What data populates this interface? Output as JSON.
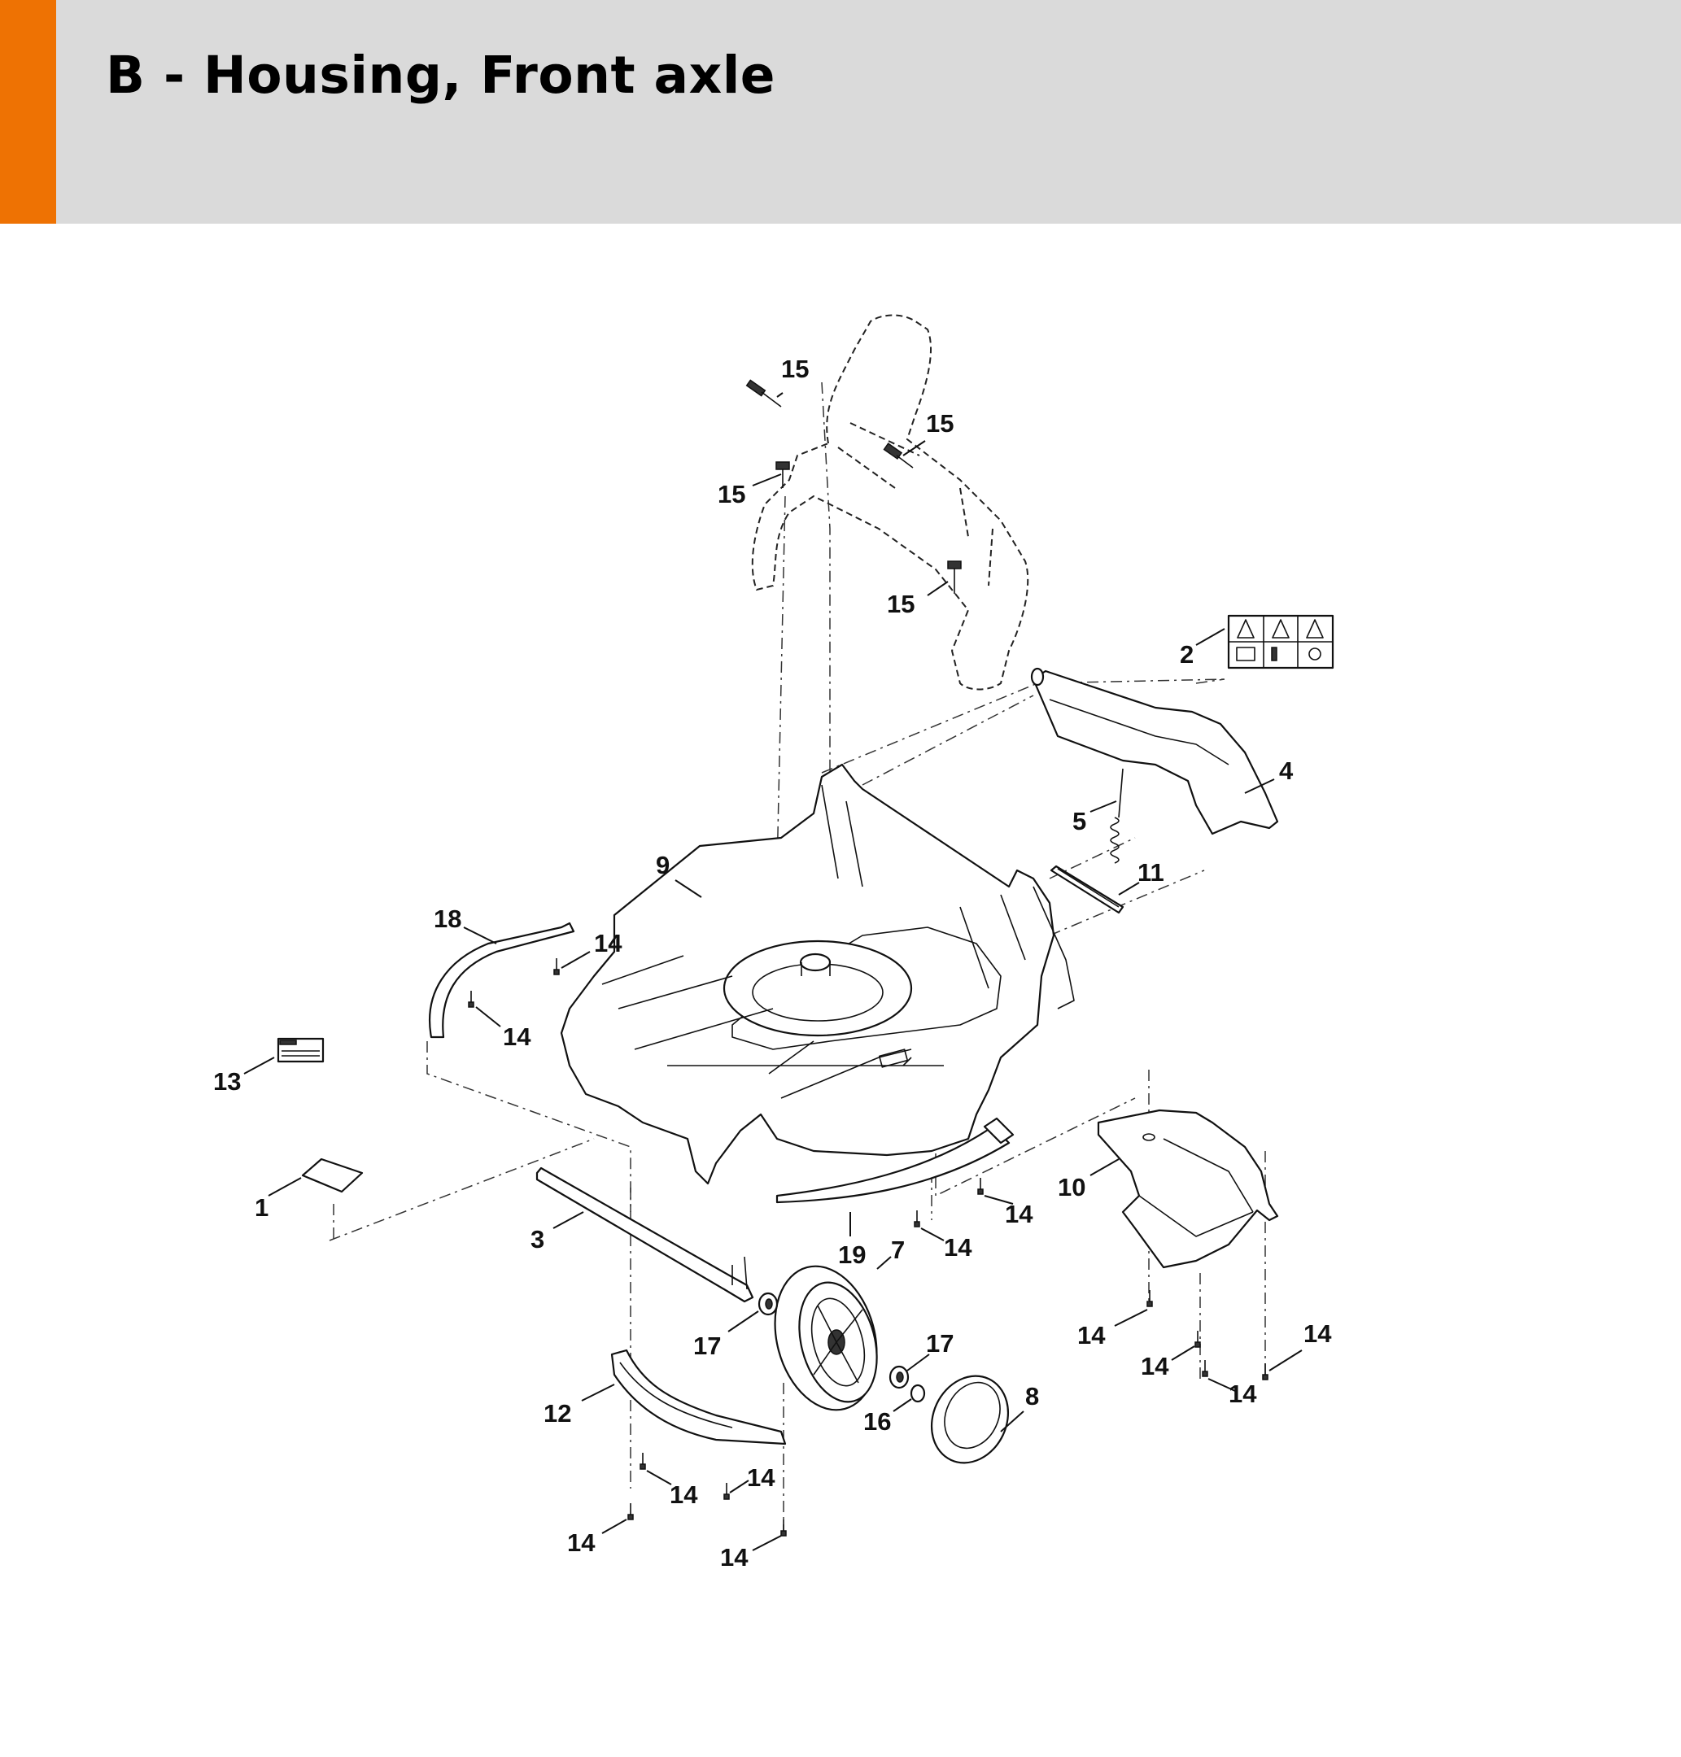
{
  "header": {
    "title": "B - Housing, Front axle",
    "accent_color": "#ee7203",
    "band_color": "#dadada"
  },
  "callouts": [
    {
      "id": "c15a",
      "label": "15"
    },
    {
      "id": "c15b",
      "label": "15"
    },
    {
      "id": "c15c",
      "label": "15"
    },
    {
      "id": "c15d",
      "label": "15"
    },
    {
      "id": "c2",
      "label": "2"
    },
    {
      "id": "c4",
      "label": "4"
    },
    {
      "id": "c5",
      "label": "5"
    },
    {
      "id": "c11",
      "label": "11"
    },
    {
      "id": "c9",
      "label": "9"
    },
    {
      "id": "c18",
      "label": "18"
    },
    {
      "id": "c14a",
      "label": "14"
    },
    {
      "id": "c14b",
      "label": "14"
    },
    {
      "id": "c13",
      "label": "13"
    },
    {
      "id": "c1",
      "label": "1"
    },
    {
      "id": "c3",
      "label": "3"
    },
    {
      "id": "c19",
      "label": "19"
    },
    {
      "id": "c7",
      "label": "7"
    },
    {
      "id": "c14c",
      "label": "14"
    },
    {
      "id": "c14d",
      "label": "14"
    },
    {
      "id": "c10",
      "label": "10"
    },
    {
      "id": "c17a",
      "label": "17"
    },
    {
      "id": "c17b",
      "label": "17"
    },
    {
      "id": "c16",
      "label": "16"
    },
    {
      "id": "c8",
      "label": "8"
    },
    {
      "id": "c12",
      "label": "12"
    },
    {
      "id": "c14e",
      "label": "14"
    },
    {
      "id": "c14f",
      "label": "14"
    },
    {
      "id": "c14g",
      "label": "14"
    },
    {
      "id": "c14h",
      "label": "14"
    },
    {
      "id": "c14i",
      "label": "14"
    },
    {
      "id": "c14j",
      "label": "14"
    },
    {
      "id": "c14k",
      "label": "14"
    },
    {
      "id": "c14l",
      "label": "14"
    }
  ]
}
